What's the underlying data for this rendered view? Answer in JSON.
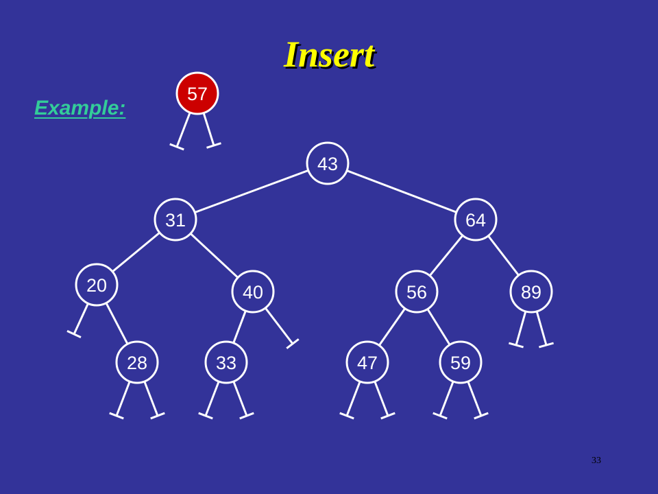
{
  "slide": {
    "title": "Insert",
    "example_label": "Example:",
    "page_number": "33"
  },
  "colors": {
    "background": "#333399",
    "title": "#ffff00",
    "example_label": "#33cc99",
    "node_fill": "#333399",
    "new_node_fill": "#cc0000",
    "stroke": "#ffffff"
  },
  "new_node": {
    "key": "57"
  },
  "tree": {
    "nodes": [
      {
        "id": "n43",
        "key": "43"
      },
      {
        "id": "n31",
        "key": "31"
      },
      {
        "id": "n64",
        "key": "64"
      },
      {
        "id": "n20",
        "key": "20"
      },
      {
        "id": "n40",
        "key": "40"
      },
      {
        "id": "n56",
        "key": "56"
      },
      {
        "id": "n89",
        "key": "89"
      },
      {
        "id": "n28",
        "key": "28"
      },
      {
        "id": "n33",
        "key": "33"
      },
      {
        "id": "n47",
        "key": "47"
      },
      {
        "id": "n59",
        "key": "59"
      }
    ],
    "edges": [
      {
        "from": "n43",
        "to": "n31"
      },
      {
        "from": "n43",
        "to": "n64"
      },
      {
        "from": "n31",
        "to": "n20"
      },
      {
        "from": "n31",
        "to": "n40"
      },
      {
        "from": "n64",
        "to": "n56"
      },
      {
        "from": "n64",
        "to": "n89"
      },
      {
        "from": "n20",
        "to": "n28"
      },
      {
        "from": "n40",
        "to": "n33"
      },
      {
        "from": "n56",
        "to": "n47"
      },
      {
        "from": "n56",
        "to": "n59"
      }
    ]
  }
}
